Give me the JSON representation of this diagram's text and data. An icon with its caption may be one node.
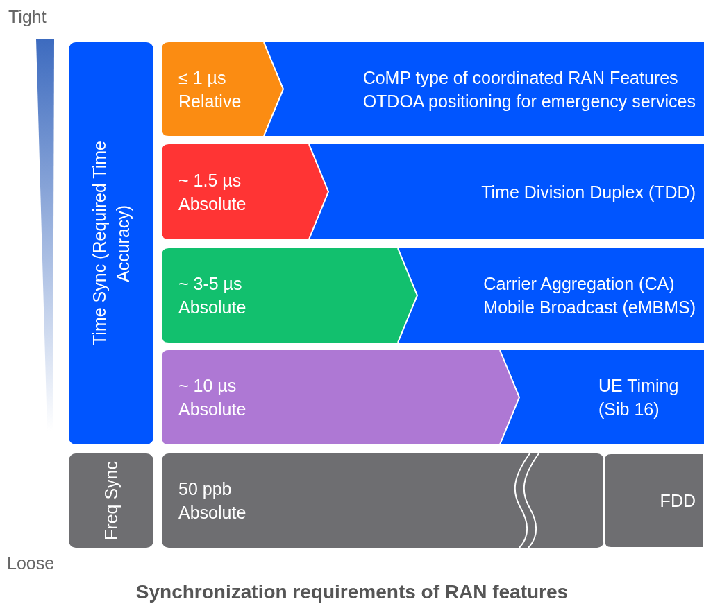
{
  "diagram": {
    "caption": "Synchronization requirements of RAN features",
    "nodes": [
      {
        "text": [
          "Time Sync (Required Time Accuracy)"
        ]
      },
      {
        "text": [
          "≤ 1 µs Relative"
        ]
      },
      {
        "text": [
          "CoMP type of coordinated RAN Features",
          "OTDOA positioning for emergency services"
        ]
      },
      {
        "text": [
          "~ 1.5 µs Absolute"
        ]
      },
      {
        "text": [
          "Time Division Duplex (TDD)"
        ]
      },
      {
        "text": [
          "~ 3-5 µs Absolute"
        ]
      },
      {
        "text": [
          "Carrier Aggregation (CA)",
          "Mobile Broadcast (eMBMS)"
        ]
      },
      {
        "text": [
          "~ 10 µs Absolute"
        ]
      },
      {
        "text": [
          "UE Timing (Sib 16)"
        ]
      },
      {
        "text": [
          "Freq Sync"
        ]
      },
      {
        "text": [
          "50 ppb Absolute"
        ]
      },
      {
        "text": [
          "FDD"
        ]
      },
      {
        "text": [],
        "shape": "bar"
      }
    ],
    "labels": [
      "Tight",
      "Loose"
    ]
  }
}
